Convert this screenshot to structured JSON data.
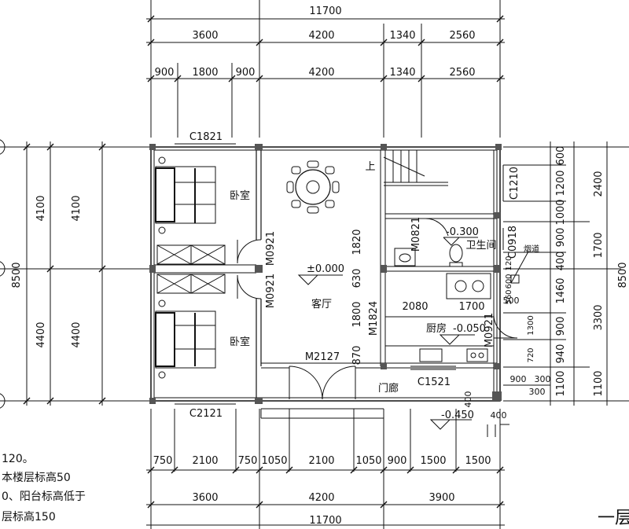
{
  "dimensions": {
    "top_total": "11700",
    "top_row1": [
      "3600",
      "4200",
      "1340",
      "2560"
    ],
    "top_row2": [
      "900",
      "1800",
      "900",
      "4200",
      "1340",
      "2560"
    ],
    "bottom_row1": [
      "750",
      "2100",
      "750",
      "1050",
      "2100",
      "1050",
      "900",
      "1500",
      "1500"
    ],
    "bottom_row2": [
      "3600",
      "4200",
      "3900"
    ],
    "bottom_total": "11700",
    "left_outer": "8500",
    "left_inner": [
      "4100",
      "4400"
    ],
    "left_detail": [
      "4100",
      "4400"
    ],
    "right_col1": [
      "600",
      "1200",
      "1000",
      "900",
      "400",
      "1460",
      "900",
      "940",
      "1100"
    ],
    "right_col2": [
      "2400",
      "1700",
      "3300",
      "1100"
    ],
    "right_outer": "8500",
    "interior_vertical": [
      "1820",
      "630",
      "1800",
      "870"
    ],
    "interior_horizontal": [
      "2080",
      "1700"
    ],
    "small_dims": [
      "120",
      "600",
      "560",
      "500",
      "1300",
      "720",
      "900",
      "300",
      "300",
      "400",
      "400"
    ]
  },
  "windows": {
    "top": "C1821",
    "bottom_left": "C2121",
    "bottom_right": "C1521",
    "right_upper": "C1210",
    "right_lower": "C0918"
  },
  "doors": {
    "bedroom1": "M0921",
    "bedroom2": "M0921",
    "main": "M2127",
    "stair_side": "M1824",
    "bath": "M0821",
    "kitchen": "M0921"
  },
  "rooms": {
    "bedroom_upper": "卧室",
    "bedroom_lower": "卧室",
    "living": "客厅",
    "bath": "卫生间",
    "kitchen": "厨房",
    "porch": "门廊",
    "stair_up": "上",
    "flue": "烟道"
  },
  "levels": {
    "living": "±0.000",
    "bath": "-0.300",
    "kitchen": "-0.050",
    "outside": "-0.450"
  },
  "notes": [
    "120。",
    "本楼层标高50",
    "0、阳台标高低于",
    "层标高150"
  ],
  "plan_title": "一层"
}
